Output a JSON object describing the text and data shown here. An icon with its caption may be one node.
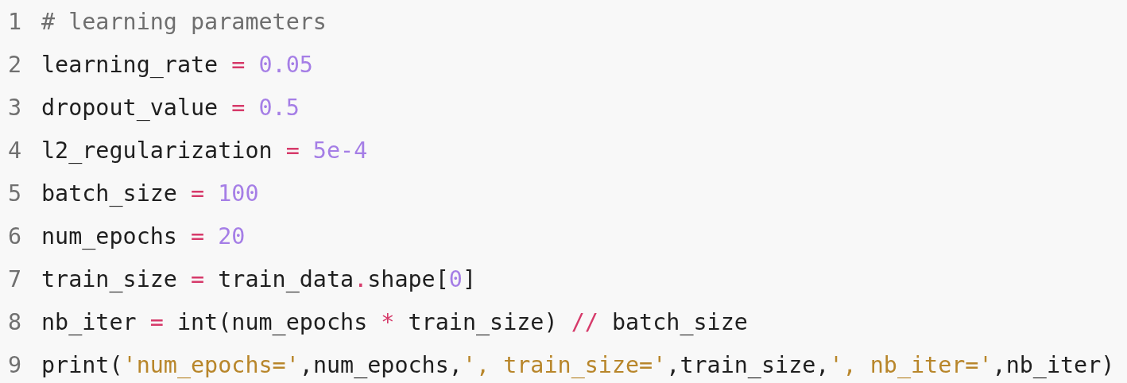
{
  "diagram": {
    "labels": [
      "1",
      "# learning parameters",
      "2",
      "learning_rate = 0.05",
      "3",
      "dropout_value = 0.5",
      "4",
      "l2_regularization = 5e-4",
      "5",
      "batch_size = 100",
      "6",
      "num_epochs = 20",
      "7",
      "train_size = train_data.shape[0]",
      "8",
      "nb_iter = int(num_epochs * train_size) // batch_size",
      "9",
      "print('num_epochs=',num_epochs,', train_size=',train_size,', nb_iter=',nb_iter)"
    ]
  }
}
